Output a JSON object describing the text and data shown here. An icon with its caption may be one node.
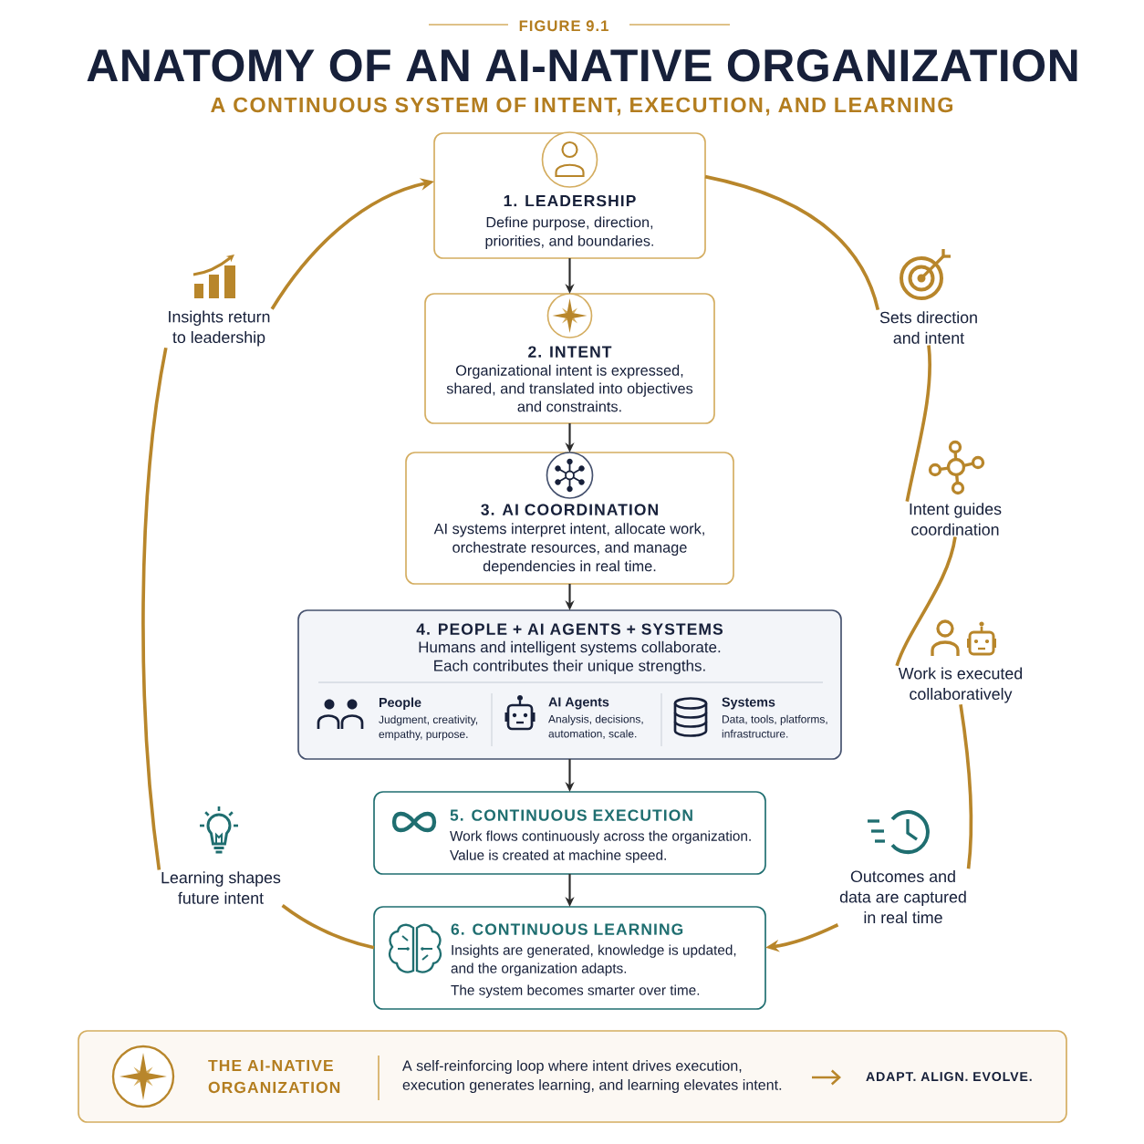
{
  "diagram": {
    "title": "ANATOMY OF AN AI-NATIVE ORGANIZATION",
    "nodes": [
      {
        "text": [
          "1. LEADERSHIP",
          "Define purpose, direction, priorities, and boundaries."
        ]
      },
      {
        "text": [
          "2. INTENT",
          "Organizational intent is expressed, shared, and translated into objectives and constraints."
        ]
      },
      {
        "text": [
          "3. AI COORDINATION",
          "AI systems interpret intent, allocate work, orchestrate resources, and manage dependencies in real time."
        ]
      },
      {
        "text": [
          "4. PEOPLE + AI AGENTS + SYSTEMS",
          "Humans and intelligent systems collaborate. Each contributes their unique strengths."
        ]
      },
      {
        "text": [
          "People",
          "Judgment, creativity, empathy, purpose."
        ],
        "in": 3
      },
      {
        "text": [
          "AI Agents",
          "Analysis, decisions, automation, scale."
        ],
        "in": 3
      },
      {
        "text": [
          "Systems",
          "Data, tools, platforms, infrastructure."
        ],
        "in": 3
      },
      {
        "text": [
          "5. CONTINUOUS EXECUTION",
          "Work flows continuously across the organization. Value is created at machine speed."
        ]
      },
      {
        "text": [
          "6. CONTINUOUS LEARNING",
          "Insights are generated, knowledge is updated, and the organization adapts.",
          "The system becomes smarter over time."
        ]
      },
      {
        "text": [
          "Sets direction and intent"
        ]
      },
      {
        "text": [
          "Intent guides coordination"
        ]
      },
      {
        "text": [
          "Work is executed collaboratively"
        ]
      },
      {
        "text": [
          "Outcomes and data are captured in real time"
        ]
      },
      {
        "text": [
          "Learning shapes future intent"
        ]
      },
      {
        "text": [
          "Insights return to leadership"
        ]
      },
      {
        "text": [
          "THE AI-NATIVE ORGANIZATION",
          "A self-reinforcing loop where intent drives execution, execution generates learning, and learning elevates intent.",
          "ADAPT. ALIGN. EVOLVE."
        ]
      }
    ],
    "edges": [
      {
        "from": 0,
        "to": 1,
        "arrow": "to",
        "color": "#2b2b2b"
      },
      {
        "from": 1,
        "to": 2,
        "arrow": "to",
        "color": "#2b2b2b"
      },
      {
        "from": 2,
        "to": 3,
        "arrow": "to",
        "color": "#2b2b2b"
      },
      {
        "from": 3,
        "to": 7,
        "arrow": "to",
        "color": "#2b2b2b"
      },
      {
        "from": 7,
        "to": 8,
        "arrow": "to",
        "color": "#2b2b2b"
      },
      {
        "from": 0,
        "to": 9,
        "arrow": "none"
      },
      {
        "from": 9,
        "to": 10,
        "arrow": "none"
      },
      {
        "from": 10,
        "to": 11,
        "arrow": "none"
      },
      {
        "from": 11,
        "to": 12,
        "arrow": "none"
      },
      {
        "from": 12,
        "to": 8,
        "arrow": "to"
      },
      {
        "from": 8,
        "to": 13,
        "arrow": "none"
      },
      {
        "from": 13,
        "to": 14,
        "arrow": "none"
      },
      {
        "from": 14,
        "to": 0,
        "arrow": "to"
      }
    ],
    "labels": [
      "FIGURE 9.1",
      "A CONTINUOUS SYSTEM OF INTENT, EXECUTION, AND LEARNING"
    ]
  }
}
